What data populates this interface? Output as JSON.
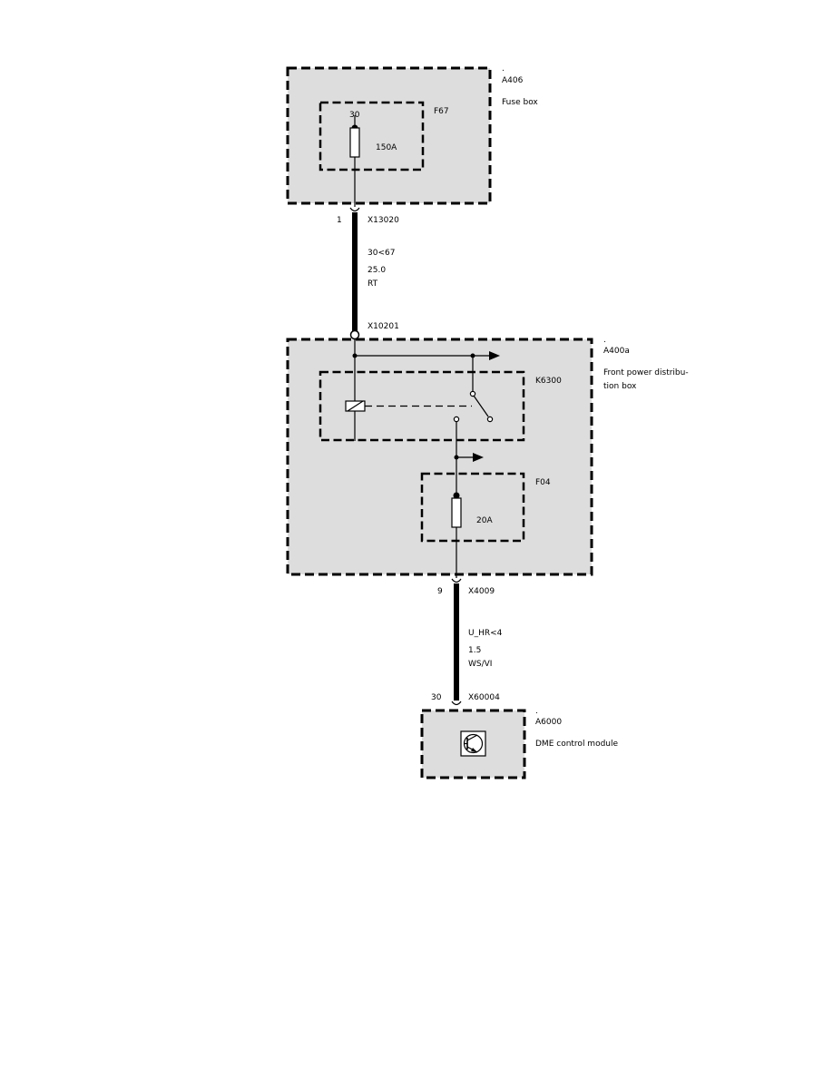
{
  "a406": {
    "dot": ".",
    "id": "A406",
    "name": "Fuse box"
  },
  "f67": {
    "id": "F67",
    "terminal": "30",
    "rating": "150A"
  },
  "x13020": {
    "pin": "1",
    "id": "X13020"
  },
  "wire1": {
    "signal": "30<67",
    "size": "25.0",
    "color": "RT"
  },
  "x10201": {
    "id": "X10201"
  },
  "a400a": {
    "dot": ".",
    "id": "A400a",
    "name_line1": "Front power distribu-",
    "name_line2": "tion box"
  },
  "k6300": {
    "id": "K6300"
  },
  "f04": {
    "id": "F04",
    "rating": "20A"
  },
  "x4009": {
    "pin": "9",
    "id": "X4009"
  },
  "wire2": {
    "signal": "U_HR<4",
    "size": "1.5",
    "color": "WS/VI"
  },
  "x60004": {
    "pin": "30",
    "id": "X60004"
  },
  "a6000": {
    "dot": ".",
    "id": "A6000",
    "name": "DME control module"
  }
}
